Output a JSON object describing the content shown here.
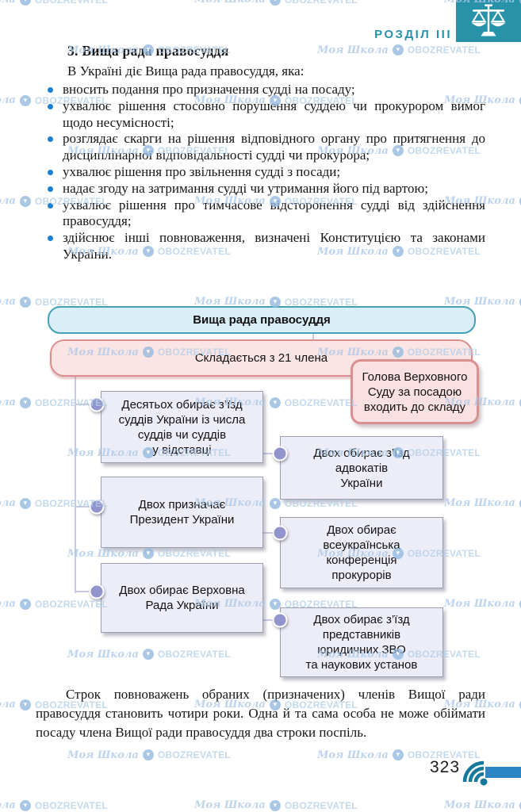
{
  "page": {
    "chapter": "РОЗДІЛ III",
    "number": "323"
  },
  "section": {
    "heading": "3. Вища рада правосуддя",
    "intro": "В Україні діє Вища рада правосуддя, яка:",
    "bullets": [
      "вносить подання про призначення судді на посаду;",
      "ухвалює рішення стосовно порушення суддею чи прокурором вимог щодо несумісності;",
      "розглядає скарги на рішення відповідного органу про притягнення до дисциплінарної відповідальності судді чи прокурора;",
      "ухвалює рішення про звільнення судді з посади;",
      "надає згоду на затримання судді чи утримання його під вартою;",
      "ухвалює рішення про тимчасове відсторонення судді від здійснення правосуддя;",
      "здійснює інші повноваження, визначені Конституцією та законами України."
    ],
    "closing": "Строк повноважень обраних (призначених) членів Вищої ради правосуддя становить чотири роки. Одна й та сама особа не може обіймати посаду члена Вищої ради правосуддя два строки поспіль."
  },
  "diagram": {
    "root": "Вища рада правосуддя",
    "composition": "Складається з 21 члена",
    "note": "Голова Верховного\nСуду за посадою\nвходить до складу",
    "left": [
      "Десятьох обирає з’їзд\nсуддів України із числа\nсуддів чи суддів\nу відставці",
      "Двох призначає\nПрезидент України",
      "Двох обирає Верховна\nРада України"
    ],
    "right": [
      "Двох обирає з’їзд\nадвокатів\nУкраїни",
      "Двох обирає\nвсеукраїнська\nконференція\nпрокурорів",
      "Двох обирає з’їзд\nпредставників\nюридичних ЗВО\nта наукових установ"
    ]
  },
  "watermark": {
    "school": "Моя Школа",
    "brand": "OBOZREVATEL"
  },
  "icons": {
    "badge": "scales-of-justice",
    "footer": "signal-arcs",
    "wm_logo": "obozrevatel-circle-arrow"
  },
  "colors": {
    "teal": "#2892a8",
    "bullet_blue": "#1d7fd0",
    "pink_fill": "#fbe4e4",
    "pink_border": "#d98f8f",
    "blue_fill": "#d9eef6",
    "blue_border": "#44a0b6",
    "gray_fill": "#ededf8",
    "dot": "#9393ce",
    "footer_bar": "#2b87c4",
    "watermark": "#b3cfe9"
  }
}
